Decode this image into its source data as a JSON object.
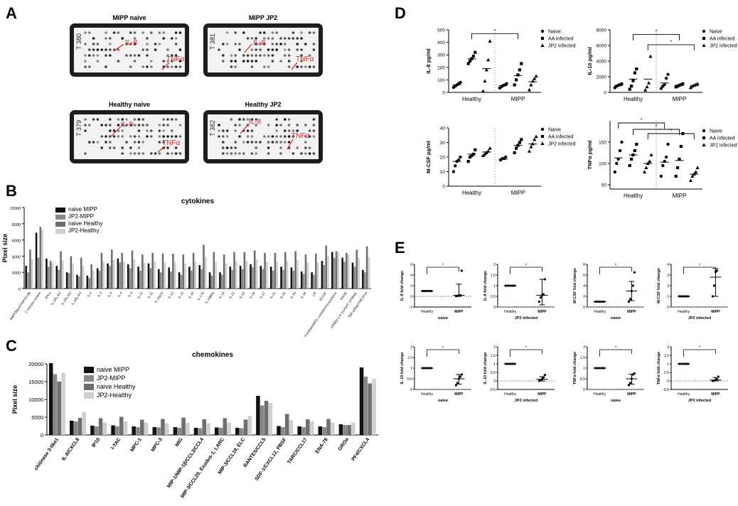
{
  "panels": {
    "A": "A",
    "B": "B",
    "C": "C",
    "D": "D",
    "E": "E"
  },
  "blots": [
    {
      "title": "MIPP naive",
      "id": "T 380",
      "labels": [
        {
          "text": "IL-8"
        },
        {
          "text": "TNFα"
        }
      ]
    },
    {
      "title": "MIPP JP2",
      "id": "T 381",
      "labels": [
        {
          "text": "IL-8"
        },
        {
          "text": "TNFα"
        }
      ]
    },
    {
      "title": "Healthy naive",
      "id": "T 379",
      "labels": [
        {
          "text": "IL-8"
        },
        {
          "text": "TNFα"
        }
      ]
    },
    {
      "title": "Healthy JP2",
      "id": "T 382",
      "labels": [
        {
          "text": "IL-8"
        },
        {
          "text": "TNFα"
        }
      ]
    }
  ],
  "chart_data": [
    {
      "id": "B",
      "type": "bar",
      "title": "cytokines",
      "ylabel": "Pixel size",
      "ylim": [
        0,
        10000
      ],
      "yticks": [
        0,
        2000,
        4000,
        6000,
        8000,
        10000
      ],
      "categories": [
        "BAFF/BLyS/TNFSF13B",
        "C-reactive protein",
        "IFN-γ",
        "IL-1RL-IF1",
        "IL-1RL-IF2",
        "IL-1RL-IF3",
        "IL-2",
        "IL-3",
        "IL-4",
        "IL-5",
        "IL-6",
        "IL-10",
        "IL-11",
        "IL-12p70",
        "IL-13",
        "IL-15",
        "IL-16",
        "IL-17A",
        "IL-18BPa",
        "IL-19",
        "IL-22",
        "IL-23",
        "IL-24",
        "IL-27",
        "IL-31",
        "IL-32",
        "IL-33",
        "IL-34",
        "LIF",
        "M-CSF",
        "Myeloperoxidase/MPO, Lactoferrin/Lactoferrin",
        "RAGE",
        "sTREM-1 P-1/LIGHT, sTREML",
        "TNF-α/Rap/TNFSF1A"
      ],
      "series": [
        {
          "name": "naive MIPP",
          "color": "#111111",
          "values": [
            2800,
            6900,
            3700,
            2800,
            2000,
            1700,
            1600,
            2500,
            3100,
            3700,
            3000,
            2700,
            3100,
            2400,
            2600,
            2000,
            2700,
            2900,
            2000,
            2000,
            2700,
            2800,
            3000,
            2800,
            2700,
            2700,
            2600,
            2100,
            2000,
            3400,
            4500,
            3800,
            3200,
            2300
          ]
        },
        {
          "name": "JP2-MIPP",
          "color": "#888888",
          "values": [
            2000,
            3800,
            2700,
            2300,
            1900,
            1500,
            1300,
            2200,
            2800,
            3200,
            2500,
            2200,
            2500,
            2000,
            2100,
            1700,
            2200,
            2400,
            1600,
            1700,
            2300,
            2400,
            2600,
            2400,
            2200,
            2300,
            2200,
            1800,
            1700,
            2900,
            3800,
            3300,
            2700,
            2000
          ]
        },
        {
          "name": "naive Healthy",
          "color": "#6e6e6e",
          "values": [
            4800,
            7600,
            3400,
            4600,
            4000,
            3800,
            3000,
            4400,
            4800,
            4400,
            4700,
            4200,
            4400,
            4300,
            4300,
            4200,
            4400,
            5400,
            4500,
            4200,
            4500,
            4500,
            4700,
            4400,
            4400,
            4500,
            4600,
            4200,
            4300,
            5300,
            4600,
            4400,
            4800,
            5200
          ]
        },
        {
          "name": "JP2-Healthy",
          "color": "#cfcfcf",
          "values": [
            3600,
            7300,
            3100,
            3500,
            3100,
            2800,
            2200,
            3300,
            3600,
            3300,
            3600,
            3200,
            3400,
            3200,
            3300,
            3100,
            3300,
            3900,
            3300,
            3100,
            3400,
            3400,
            3600,
            3300,
            3300,
            3400,
            3500,
            3200,
            3200,
            4000,
            4500,
            4200,
            3800,
            3900
          ]
        }
      ]
    },
    {
      "id": "C",
      "type": "bar",
      "title": "chemokines",
      "ylabel": "Pixel size",
      "ylim": [
        0,
        20000
      ],
      "yticks": [
        0,
        5000,
        10000,
        15000,
        20000
      ],
      "categories": [
        "chitinase 3-like1",
        "IL-8/CXCL8",
        "IP10",
        "I-TAC",
        "MPC-1",
        "MPC-3",
        "MIG",
        "MIP-1/MIP-1β/CCL3/CCL4",
        "MIP-3/CCL20, Exodus-1, LARC",
        "MIP-3/CCL19, ELC",
        "RANTES/CCL5",
        "SDF-1/CXCL12, PBSF",
        "TARC/CCL17",
        "ENA-78",
        "GROα",
        "PF4/CXCL4"
      ],
      "series": [
        {
          "name": "naive MIPP",
          "color": "#111111",
          "values": [
            20200,
            4000,
            2600,
            2700,
            2400,
            2200,
            2200,
            2000,
            2100,
            2000,
            11000,
            2500,
            2400,
            2400,
            3000,
            19000
          ]
        },
        {
          "name": "JP2-MIPP",
          "color": "#888888",
          "values": [
            17100,
            3800,
            2400,
            2400,
            2200,
            2100,
            2000,
            1900,
            2000,
            1900,
            8300,
            2200,
            2200,
            2200,
            2800,
            16400
          ]
        },
        {
          "name": "naive Healthy",
          "color": "#6e6e6e",
          "values": [
            15000,
            4800,
            4700,
            5100,
            4300,
            4500,
            4900,
            4400,
            4700,
            4300,
            9600,
            5900,
            4400,
            4500,
            2800,
            14500
          ]
        },
        {
          "name": "JP2-Healthy",
          "color": "#cfcfcf",
          "values": [
            17500,
            6500,
            3500,
            3800,
            3500,
            3300,
            3400,
            3300,
            3500,
            5300,
            9000,
            4200,
            3800,
            3500,
            3500,
            15800
          ]
        }
      ]
    },
    {
      "id": "D1",
      "type": "scatter",
      "ylabel": "IL-8 pg/ml",
      "ylim": [
        0,
        500
      ],
      "yticks": [
        0,
        100,
        200,
        300,
        400,
        500
      ],
      "groups": [
        "Healthy",
        "MIPP"
      ],
      "series": [
        {
          "name": "Naive",
          "marker": "circle",
          "healthy": [
            40,
            50,
            60,
            70,
            80
          ],
          "mipp": [
            35,
            45,
            55,
            60,
            70
          ]
        },
        {
          "name": "AA infected",
          "marker": "square",
          "healthy": [
            230,
            250,
            270,
            290,
            320
          ],
          "mipp": [
            60,
            100,
            140,
            180,
            230
          ]
        },
        {
          "name": "JP2 infected",
          "marker": "triangle",
          "healthy": [
            10,
            90,
            180,
            260,
            410
          ],
          "mipp": [
            20,
            60,
            90,
            110,
            130
          ]
        }
      ],
      "means": [
        60,
        268,
        190,
        55,
        135,
        85
      ],
      "significance": "*"
    },
    {
      "id": "D2",
      "type": "scatter",
      "ylabel": "IL-10 pg/ml",
      "ylim": [
        0,
        8000
      ],
      "yticks": [
        0,
        2000,
        4000,
        6000,
        8000
      ],
      "groups": [
        "Healthy",
        "MIPP"
      ],
      "series": [
        {
          "name": "Naive",
          "marker": "circle",
          "healthy": [
            600,
            800,
            900,
            1000,
            1100
          ],
          "mipp": [
            500,
            800,
            1000,
            1800,
            2300
          ]
        },
        {
          "name": "AA infected",
          "marker": "square",
          "healthy": [
            400,
            800,
            1500,
            2500,
            3000
          ],
          "mipp": [
            700,
            800,
            900,
            1000,
            1100
          ]
        },
        {
          "name": "JP2 infected",
          "marker": "triangle",
          "healthy": [
            300,
            700,
            1200,
            4600
          ],
          "mipp": [
            600,
            800,
            900,
            1000,
            1100
          ]
        }
      ],
      "means": [
        850,
        1700,
        1700,
        1200,
        900,
        850
      ],
      "significance": "*"
    },
    {
      "id": "D3",
      "type": "scatter",
      "ylabel": "M-CSF pg/ml",
      "ylim": [
        0,
        40
      ],
      "yticks": [
        0,
        10,
        20,
        30,
        40
      ],
      "groups": [
        "Healthy",
        "MIPP"
      ],
      "series": [
        {
          "name": "Naive",
          "marker": "circle",
          "healthy": [
            10,
            14,
            17,
            18,
            20
          ],
          "mipp": [
            18,
            19,
            19,
            20
          ]
        },
        {
          "name": "AA infected",
          "marker": "square",
          "healthy": [
            17,
            20,
            21,
            22,
            25
          ],
          "mipp": [
            23,
            26,
            28,
            30,
            32
          ]
        },
        {
          "name": "JP2 infected",
          "marker": "triangle",
          "healthy": [
            21,
            22,
            23,
            24,
            26
          ],
          "mipp": [
            24,
            27,
            29,
            32,
            34
          ]
        }
      ],
      "means": [
        17,
        22,
        23.5,
        18.5,
        28,
        29
      ]
    },
    {
      "id": "D4",
      "type": "scatter",
      "ylabel": "TNFα pg/ml",
      "ylim": [
        40,
        200
      ],
      "yticks": [
        50,
        100,
        150
      ],
      "groups": [
        "Healthy",
        "MIPP"
      ],
      "series": [
        {
          "name": "Naive",
          "marker": "circle",
          "healthy": [
            80,
            100,
            110,
            130,
            150
          ],
          "mipp": [
            70,
            95,
            105,
            115,
            145
          ]
        },
        {
          "name": "AA infected",
          "marker": "square",
          "healthy": [
            95,
            110,
            120,
            130,
            145
          ],
          "mipp": [
            70,
            90,
            110,
            140,
            170
          ]
        },
        {
          "name": "JP2 infected",
          "marker": "triangle",
          "healthy": [
            80,
            90,
            100,
            105,
            120
          ],
          "mipp": [
            60,
            70,
            75,
            80,
            90
          ]
        }
      ],
      "means": [
        113,
        120,
        100,
        103,
        107,
        75
      ],
      "significance": "*"
    },
    {
      "id": "E1",
      "type": "scatter",
      "ylabel": "IL-8 fold change",
      "xlabel": "naive",
      "ylim": [
        -2,
        6
      ],
      "yticks": [
        -2,
        0,
        2,
        4,
        6
      ],
      "categories": [
        "Healthy",
        "MIPP"
      ],
      "healthy": [
        1,
        1,
        1,
        1,
        1
      ],
      "mipp": [
        0.05,
        0.1,
        0.15,
        0.2,
        4.8
      ],
      "mipp_mean": 0.2,
      "mipp_err": [
        0,
        2.3
      ],
      "significance": "*"
    },
    {
      "id": "E2",
      "type": "scatter",
      "ylabel": "IL-8 fold change",
      "xlabel": "JP2 infected",
      "ylim": [
        0,
        2
      ],
      "yticks": [
        0,
        0.5,
        1,
        1.5,
        2
      ],
      "categories": [
        "Healthy",
        "MIPP"
      ],
      "healthy": [
        1,
        1,
        1,
        1,
        1
      ],
      "mipp": [
        0.25,
        0.45,
        0.55,
        0.6,
        1.3
      ],
      "mipp_mean": 0.55,
      "mipp_err": [
        0.1,
        1.3
      ],
      "significance": "*"
    },
    {
      "id": "E3",
      "type": "scatter",
      "ylabel": "M-CSF fold change",
      "xlabel": "naive",
      "ylim": [
        0,
        8
      ],
      "yticks": [
        0,
        2,
        4,
        6,
        8
      ],
      "categories": [
        "Healthy",
        "MIPP"
      ],
      "healthy": [
        1,
        1,
        1,
        1,
        1
      ],
      "mipp": [
        1,
        1.5,
        3,
        4,
        6.5
      ],
      "mipp_mean": 3,
      "mipp_err": [
        1.2,
        4.8
      ],
      "significance": "*"
    },
    {
      "id": "E4",
      "type": "scatter",
      "ylabel": "M-CSF fold change",
      "xlabel": "JP2 infected",
      "ylim": [
        0,
        4
      ],
      "yticks": [
        0,
        1,
        2,
        3,
        4
      ],
      "categories": [
        "Healthy",
        "MIPP"
      ],
      "healthy": [
        1,
        1,
        1,
        1,
        1
      ],
      "mipp": [
        1,
        2,
        3.3,
        3.4
      ],
      "mipp_mean": 2.8,
      "mipp_err": [
        1,
        3.6
      ],
      "significance": "*"
    },
    {
      "id": "E5",
      "type": "scatter",
      "ylabel": "IL-10 fold change",
      "xlabel": "naive",
      "ylim": [
        0,
        2
      ],
      "yticks": [
        0,
        0.5,
        1,
        1.5,
        2
      ],
      "categories": [
        "Healthy",
        "MIPP"
      ],
      "healthy": [
        1,
        1,
        1,
        1,
        1
      ],
      "mipp": [
        0.2,
        0.3,
        0.5,
        0.6,
        0.7
      ],
      "mipp_mean": 0.5,
      "mipp_err": [
        0.25,
        0.7
      ],
      "significance": "*"
    },
    {
      "id": "E6",
      "type": "scatter",
      "ylabel": "IL-10 fold change",
      "xlabel": "JP2 infected",
      "ylim": [
        -0.5,
        2
      ],
      "yticks": [
        -0.5,
        0,
        0.5,
        1,
        1.5,
        2
      ],
      "categories": [
        "Healthy",
        "MIPP"
      ],
      "healthy": [
        1,
        1,
        1,
        1,
        1
      ],
      "mipp": [
        0,
        0.05,
        0.1,
        0.2,
        0.35
      ],
      "mipp_mean": 0.1,
      "mipp_err": [
        0,
        0.25
      ],
      "significance": "*"
    },
    {
      "id": "E7",
      "type": "scatter",
      "ylabel": "TNFα fold change",
      "xlabel": "naive",
      "ylim": [
        0,
        2
      ],
      "yticks": [
        0,
        0.5,
        1,
        1.5,
        2
      ],
      "categories": [
        "Healthy",
        "MIPP"
      ],
      "healthy": [
        1,
        1,
        1,
        1,
        1
      ],
      "mipp": [
        0.2,
        0.3,
        0.5,
        0.7,
        0.75
      ],
      "mipp_mean": 0.5,
      "mipp_err": [
        0.25,
        0.72
      ],
      "significance": "*"
    },
    {
      "id": "E8",
      "type": "scatter",
      "ylabel": "TNFα fold change",
      "xlabel": "JP2 infected",
      "ylim": [
        -0.5,
        2
      ],
      "yticks": [
        -0.5,
        0,
        0.5,
        1,
        1.5,
        2
      ],
      "categories": [
        "Healthy",
        "MIPP"
      ],
      "healthy": [
        1,
        1,
        1,
        1,
        1
      ],
      "mipp": [
        0,
        0.02,
        0.05,
        0.1,
        0.25
      ],
      "mipp_mean": 0.05,
      "mipp_err": [
        0,
        0.2
      ],
      "significance": "*"
    }
  ]
}
